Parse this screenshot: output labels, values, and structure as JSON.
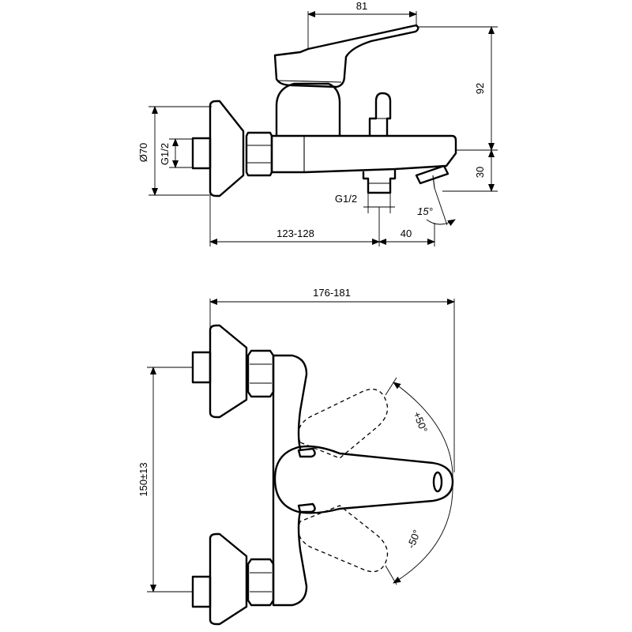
{
  "dimensions": {
    "top_width": "81",
    "handle_height": "92",
    "spout_offset": "30",
    "flange_diameter": "Ø70",
    "inlet_thread": "G1/2",
    "outlet_thread": "G1/2",
    "spout_angle": "15°",
    "wall_to_outlet": "123-128",
    "outlet_to_spout": "40",
    "overall_width": "176-181",
    "centre_distance": "150±13",
    "rotation_plus": "+50°",
    "rotation_minus": "-50°"
  }
}
